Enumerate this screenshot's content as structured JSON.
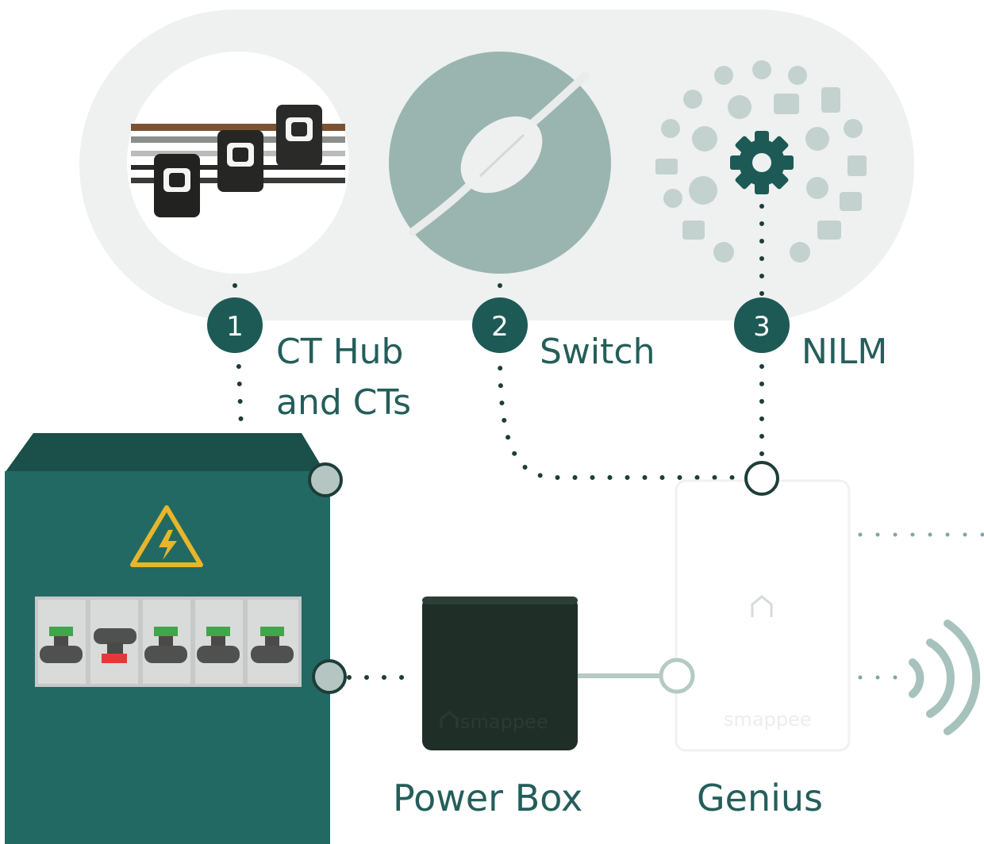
{
  "steps": [
    {
      "number": "1",
      "label_line1": "CT Hub",
      "label_line2": "and CTs"
    },
    {
      "number": "2",
      "label_line1": "Switch"
    },
    {
      "number": "3",
      "label_line1": "NILM"
    }
  ],
  "devices": {
    "power_box": {
      "label": "Power Box",
      "brand": "smappee"
    },
    "genius": {
      "label": "Genius",
      "brand": "smappee"
    }
  },
  "colors": {
    "teal_dark": "#1e5a55",
    "teal_panel": "#236963",
    "teal_label": "#245e5a",
    "pill_bg": "#eef1f0",
    "switch_bg": "#9ab5af",
    "power_box": "#1f2f28",
    "breaker_on": "#3fa64a",
    "breaker_off": "#e53935",
    "warning": "#e8b52b"
  },
  "icons": [
    "ct-clamp-icon",
    "smart-plug-switch-icon",
    "gear-icon",
    "appliance-icons",
    "warning-icon",
    "wifi-signal-icon",
    "smappee-logo-icon"
  ]
}
